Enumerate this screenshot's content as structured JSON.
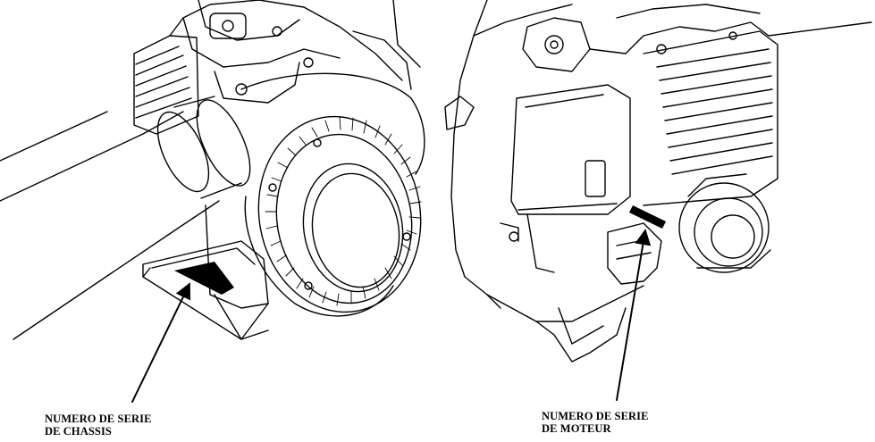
{
  "callouts": {
    "frame_serial": {
      "line1": "NUMERO DE SERIE",
      "line2": "DE CHASSIS"
    },
    "engine_serial": {
      "line1": "NUMERO DE SERIE",
      "line2": "DE MOTEUR"
    }
  },
  "colors": {
    "ink": "#000000",
    "paper": "#ffffff"
  }
}
